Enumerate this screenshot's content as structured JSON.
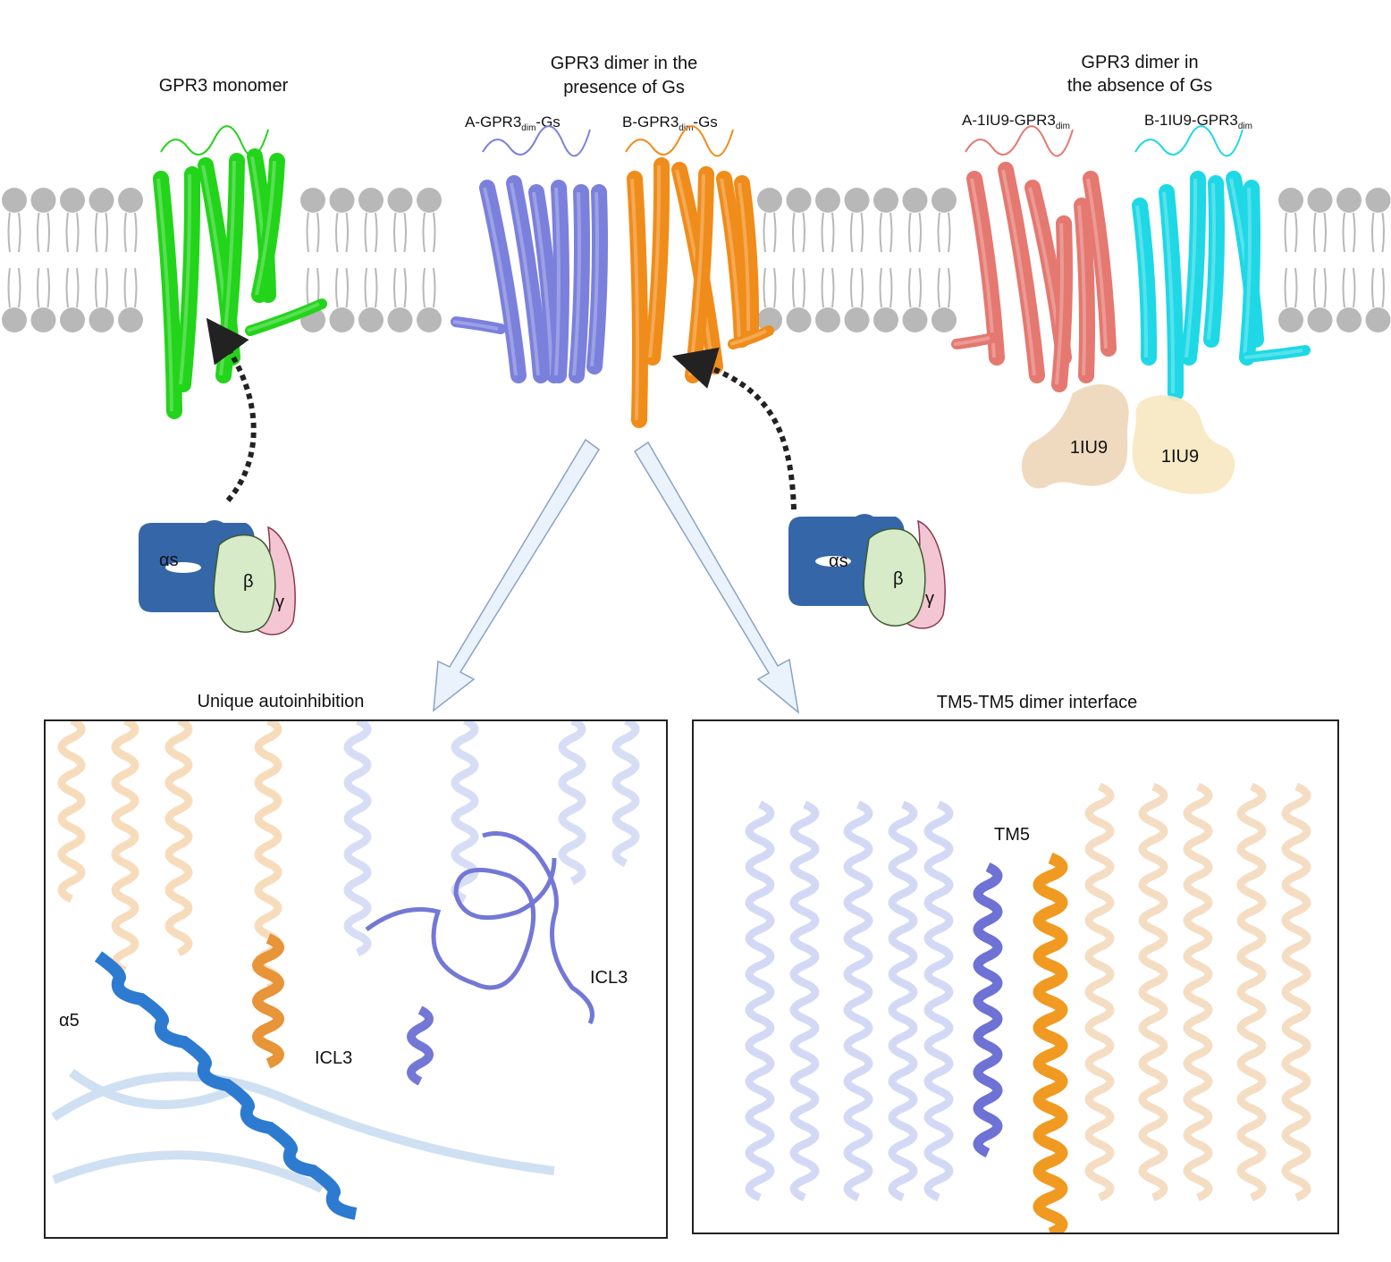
{
  "titles": {
    "monomer": "GPR3 monomer",
    "dimer_gs_line1": "GPR3 dimer in the",
    "dimer_gs_line2": "presence of Gs",
    "dimer_nogs_line1": "GPR3 dimer in",
    "dimer_nogs_line2": "the absence of Gs"
  },
  "protomers": {
    "a_gs_pre": "A-GPR3",
    "a_gs_sub": "dim",
    "a_gs_post": "-Gs",
    "b_gs_pre": "B-GPR3",
    "b_gs_sub": "dim",
    "b_gs_post": "-Gs",
    "a_iu_pre": "A-1IU9-GPR3",
    "a_iu_sub": "dim",
    "b_iu_pre": "B-1IU9-GPR3",
    "b_iu_sub": "dim"
  },
  "nanobody": {
    "left": "1IU9",
    "right": "1IU9"
  },
  "gprotein": {
    "alpha": "αs",
    "beta": "β",
    "gamma": "γ"
  },
  "panels": {
    "left_title": "Unique autoinhibition",
    "right_title": "TM5-TM5 dimer interface",
    "alpha5": "α5",
    "icl3_orange": "ICL3",
    "icl3_blue": "ICL3",
    "tm5": "TM5"
  },
  "colors": {
    "monomer": "#22d41a",
    "a_gs": "#7b80dc",
    "b_gs": "#f08c1a",
    "a_iu": "#e57870",
    "b_iu": "#1ed8e6",
    "alpha_s": "#3566a8",
    "beta": "#d7ebc9",
    "gamma": "#f4c6d4",
    "lipid": "#b8b8b8"
  }
}
